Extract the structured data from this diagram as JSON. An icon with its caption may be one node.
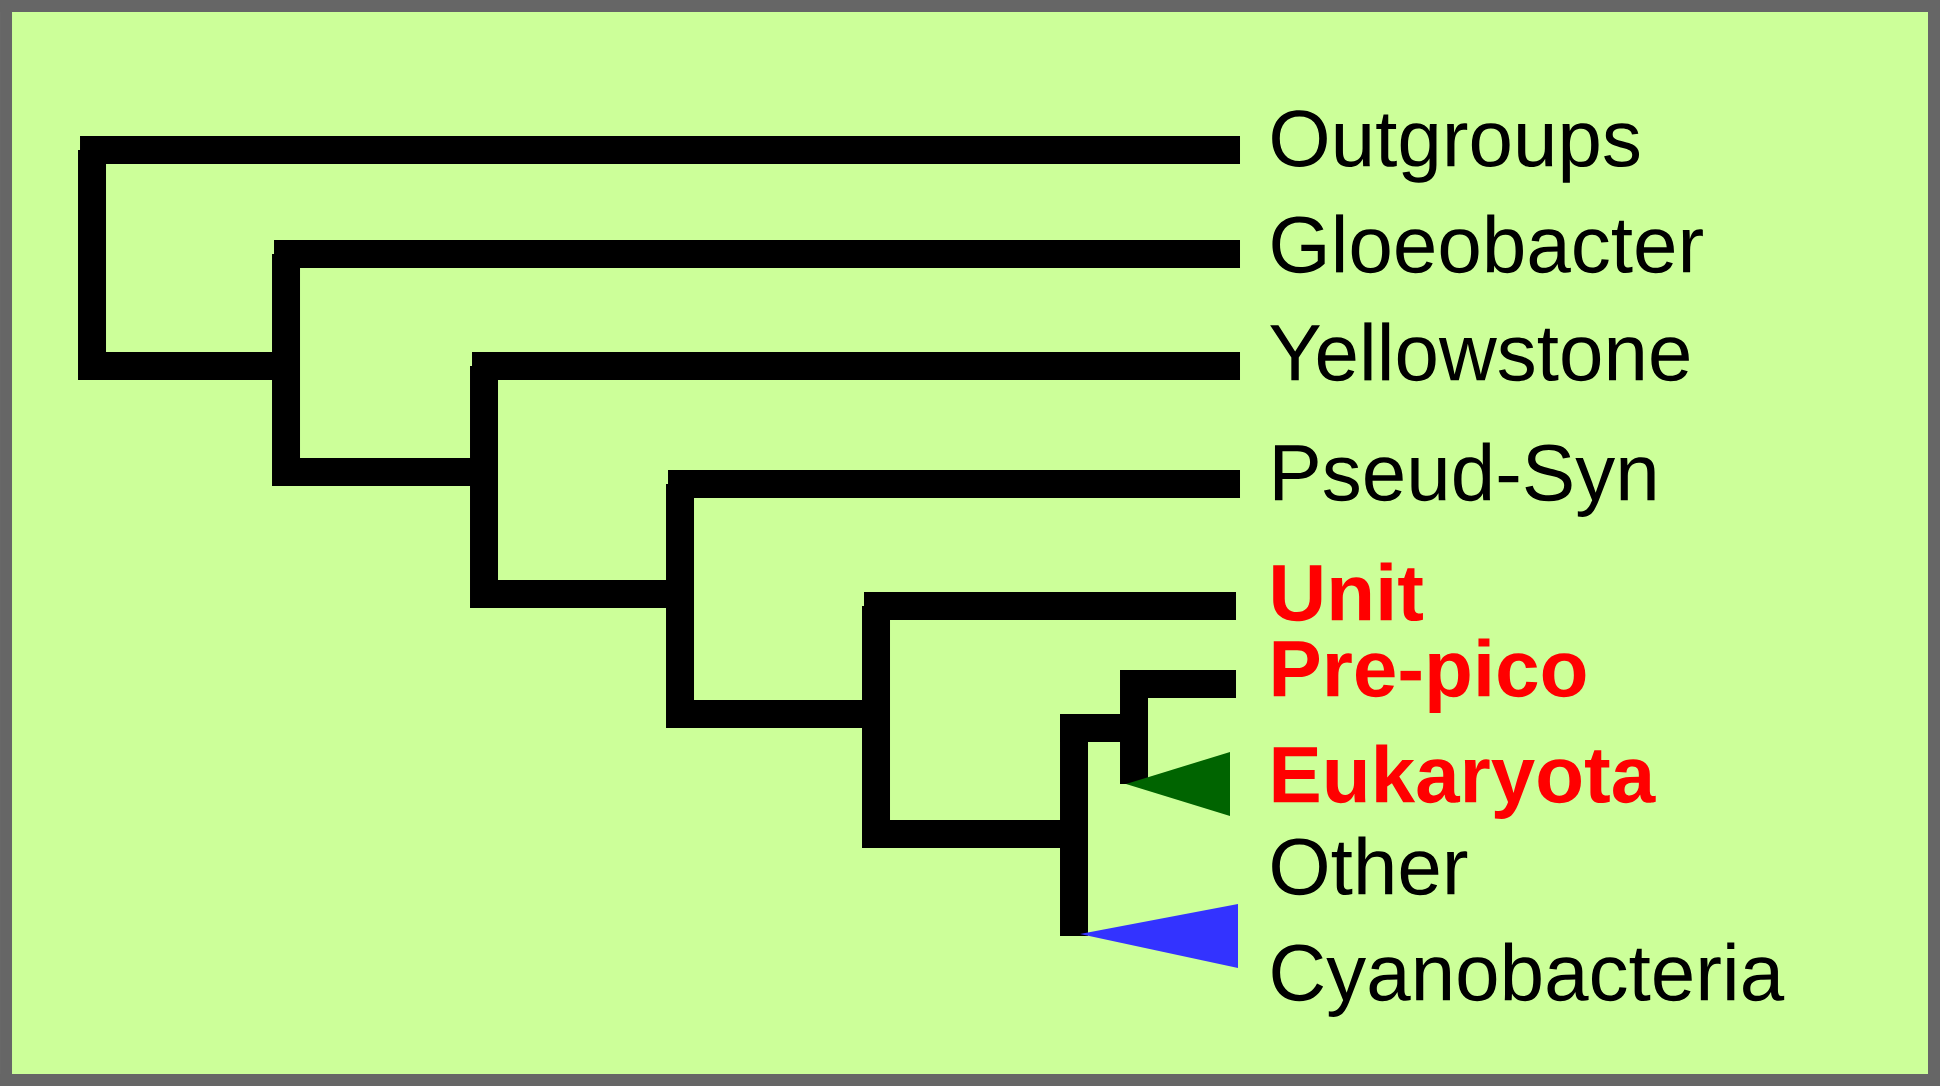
{
  "diagram": {
    "nodes": [
      {
        "text": [
          "Outgroups"
        ]
      },
      {
        "text": [
          "Gloeobacter"
        ]
      },
      {
        "text": [
          "Yellowstone"
        ]
      },
      {
        "text": [
          "Pseud-Syn"
        ]
      },
      {
        "text": [
          "Unit"
        ]
      },
      {
        "text": [
          "Pre-pico"
        ]
      },
      {
        "text": [
          "Eukaryota"
        ]
      },
      {
        "text": [
          "Other Cyanobacteria"
        ]
      }
    ]
  }
}
